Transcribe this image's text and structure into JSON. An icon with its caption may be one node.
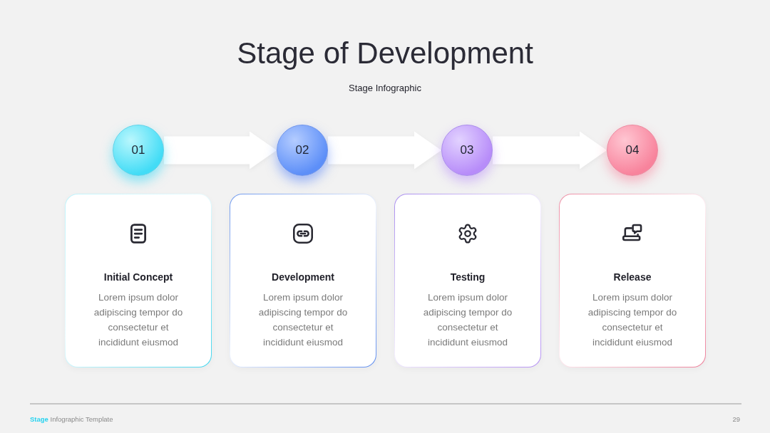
{
  "diagram": {
    "title": "Stage of Development",
    "nodes": [
      {
        "text": [
          "01"
        ]
      },
      {
        "text": [
          "02"
        ]
      },
      {
        "text": [
          "03"
        ]
      },
      {
        "text": [
          "04"
        ]
      },
      {
        "text": [
          "Initial Concept",
          "Lorem ipsum dolor adipiscing tempor do consectetur et incididunt eiusmod"
        ]
      },
      {
        "text": [
          "Development",
          "Lorem ipsum dolor adipiscing tempor do consectetur et incididunt eiusmod"
        ]
      },
      {
        "text": [
          "Testing",
          "Lorem ipsum dolor adipiscing tempor do consectetur et incididunt eiusmod"
        ]
      },
      {
        "text": [
          "Release",
          "Lorem ipsum dolor adipiscing tempor do consectetur et incididunt eiusmod"
        ]
      }
    ],
    "edges": [
      {
        "from": 0,
        "to": 1,
        "arrow": "to"
      },
      {
        "from": 1,
        "to": 2,
        "arrow": "to"
      },
      {
        "from": 2,
        "to": 3,
        "arrow": "to"
      }
    ],
    "labels": [
      "Stage Infographic",
      "**Stage** Infographic Template",
      "29"
    ]
  }
}
